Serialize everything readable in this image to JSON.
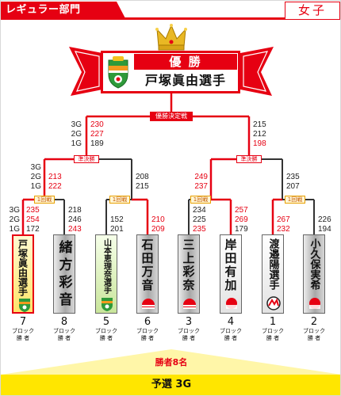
{
  "header": {
    "category": "レギュラー部門",
    "division": "女子"
  },
  "champion": {
    "title": "優 勝",
    "name": "戸塚眞由選手"
  },
  "final": {
    "label": "優勝決定戦",
    "games": [
      "3G",
      "2G",
      "1G"
    ],
    "left_scores": [
      {
        "v": "230",
        "win": true
      },
      {
        "v": "227",
        "win": true
      },
      {
        "v": "189",
        "win": false
      }
    ],
    "right_scores": [
      {
        "v": "215",
        "win": false
      },
      {
        "v": "212",
        "win": false
      },
      {
        "v": "198",
        "win": true
      }
    ]
  },
  "semifinals": [
    {
      "label": "準決勝",
      "games": [
        "3G",
        "2G",
        "1G"
      ],
      "left_scores": [
        {
          "v": "213",
          "win": true
        },
        {
          "v": "222",
          "win": true
        }
      ],
      "right_scores": [
        {
          "v": "208",
          "win": false
        },
        {
          "v": "215",
          "win": false
        }
      ]
    },
    {
      "label": "準決勝",
      "left_scores": [
        {
          "v": "249",
          "win": true
        },
        {
          "v": "237",
          "win": true
        }
      ],
      "right_scores": [
        {
          "v": "235",
          "win": false
        },
        {
          "v": "207",
          "win": false
        }
      ]
    }
  ],
  "round1": [
    {
      "label": "1回戦",
      "games": [
        "3G",
        "2G",
        "1G"
      ],
      "left_scores": [
        {
          "v": "235",
          "win": true
        },
        {
          "v": "254",
          "win": true
        },
        {
          "v": "172",
          "win": false
        }
      ],
      "right_scores": [
        {
          "v": "218",
          "win": false
        },
        {
          "v": "246",
          "win": false
        },
        {
          "v": "243",
          "win": true
        }
      ]
    },
    {
      "label": "1回戦",
      "left_scores": [
        {
          "v": "152",
          "win": false
        },
        {
          "v": "201",
          "win": false
        }
      ],
      "right_scores": [
        {
          "v": "210",
          "win": true
        },
        {
          "v": "209",
          "win": true
        }
      ]
    },
    {
      "label": "1回戦",
      "left_scores": [
        {
          "v": "234",
          "win": false
        },
        {
          "v": "225",
          "win": false
        },
        {
          "v": "235",
          "win": true
        }
      ],
      "right_scores": [
        {
          "v": "257",
          "win": true
        },
        {
          "v": "269",
          "win": true
        },
        {
          "v": "179",
          "win": false
        }
      ]
    },
    {
      "label": "1回戦",
      "left_scores": [
        {
          "v": "267",
          "win": true
        },
        {
          "v": "232",
          "win": true
        }
      ],
      "right_scores": [
        {
          "v": "226",
          "win": false
        },
        {
          "v": "194",
          "win": false
        }
      ]
    }
  ],
  "players": [
    {
      "block": "7",
      "name": "戸塚眞由選手",
      "logo": "federation-emblem-icon"
    },
    {
      "block": "8",
      "name": "緒方彩音"
    },
    {
      "block": "5",
      "name": "山本恵理奈選手",
      "logo": "federation-emblem-icon"
    },
    {
      "block": "6",
      "name": "石田万音",
      "logo": "jpba-logo-icon"
    },
    {
      "block": "3",
      "name": "三上彩奈",
      "logo": "jpba-logo-icon"
    },
    {
      "block": "4",
      "name": "岸田有加",
      "logo": "red-circle-logo-icon"
    },
    {
      "block": "1",
      "name": "渡邉陽選手",
      "logo": "club-logo-icon"
    },
    {
      "block": "2",
      "name": "小久保実希",
      "logo": "red-circle-logo-icon"
    }
  ],
  "labels": {
    "block_unit": "ブロック",
    "winner": "勝 者"
  },
  "footer": {
    "winners_count": "勝者8名",
    "qualifier": "予選 3G"
  },
  "colors": {
    "accent": "#e60012",
    "win": "#e60012",
    "loss": "#222222",
    "footer_band": "#ffe600"
  }
}
